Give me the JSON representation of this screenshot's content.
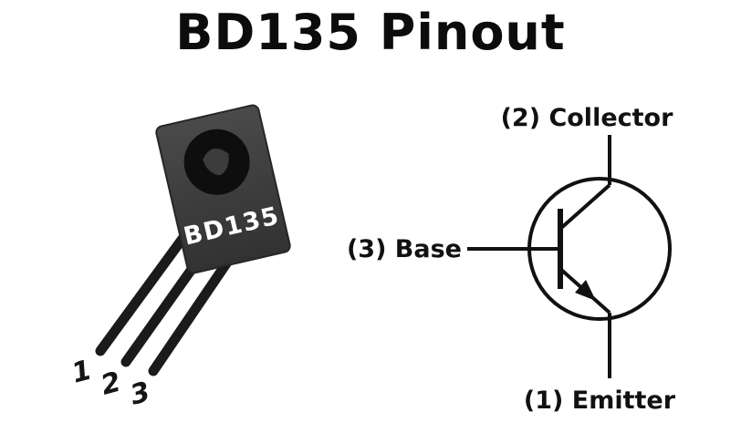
{
  "title": "BD135 Pinout",
  "package": {
    "label": "BD135",
    "pin_numbers": [
      "1",
      "2",
      "3"
    ]
  },
  "symbol": {
    "collector_label": "(2) Collector",
    "base_label": "(3) Base",
    "emitter_label": "(1) Emitter"
  },
  "colors": {
    "background": "#ffffff",
    "title_text": "#0c0c0c",
    "package_body": "#3c3c3c",
    "package_hole": "#0e0e0e",
    "package_label_text": "#ffffff",
    "lead": "#1b1b1b",
    "symbol_line": "#111111"
  }
}
